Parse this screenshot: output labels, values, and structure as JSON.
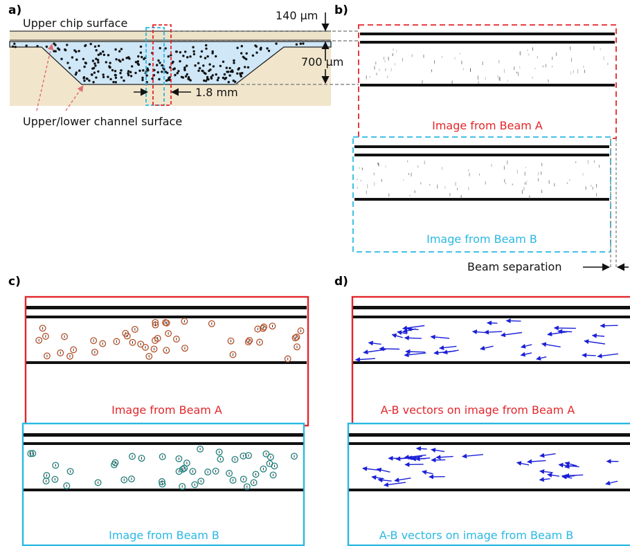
{
  "panels": {
    "a": "a)",
    "b": "b)",
    "c": "c)",
    "d": "d)"
  },
  "schematic": {
    "upper_chip_surface": "Upper chip surface",
    "channel_surface": "Upper/lower channel surface",
    "dim_top": "140 µm",
    "dim_depth": "700 µm",
    "dim_width": "1.8 mm"
  },
  "images": {
    "beam_a": "Image from Beam A",
    "beam_b": "Image from Beam B",
    "beam_separation": "Beam separation",
    "vectors_a": "A-B vectors on image from Beam A",
    "vectors_b": "A-B vectors on image from Beam B"
  },
  "colors": {
    "beam_a": "#e2262b",
    "beam_b": "#2ab8e3",
    "chip": "#f1e6cc",
    "channel": "#cfe7f7",
    "circle_a": "#b4512a",
    "circle_b": "#1f7f7c",
    "vector": "#1a1fd6"
  }
}
